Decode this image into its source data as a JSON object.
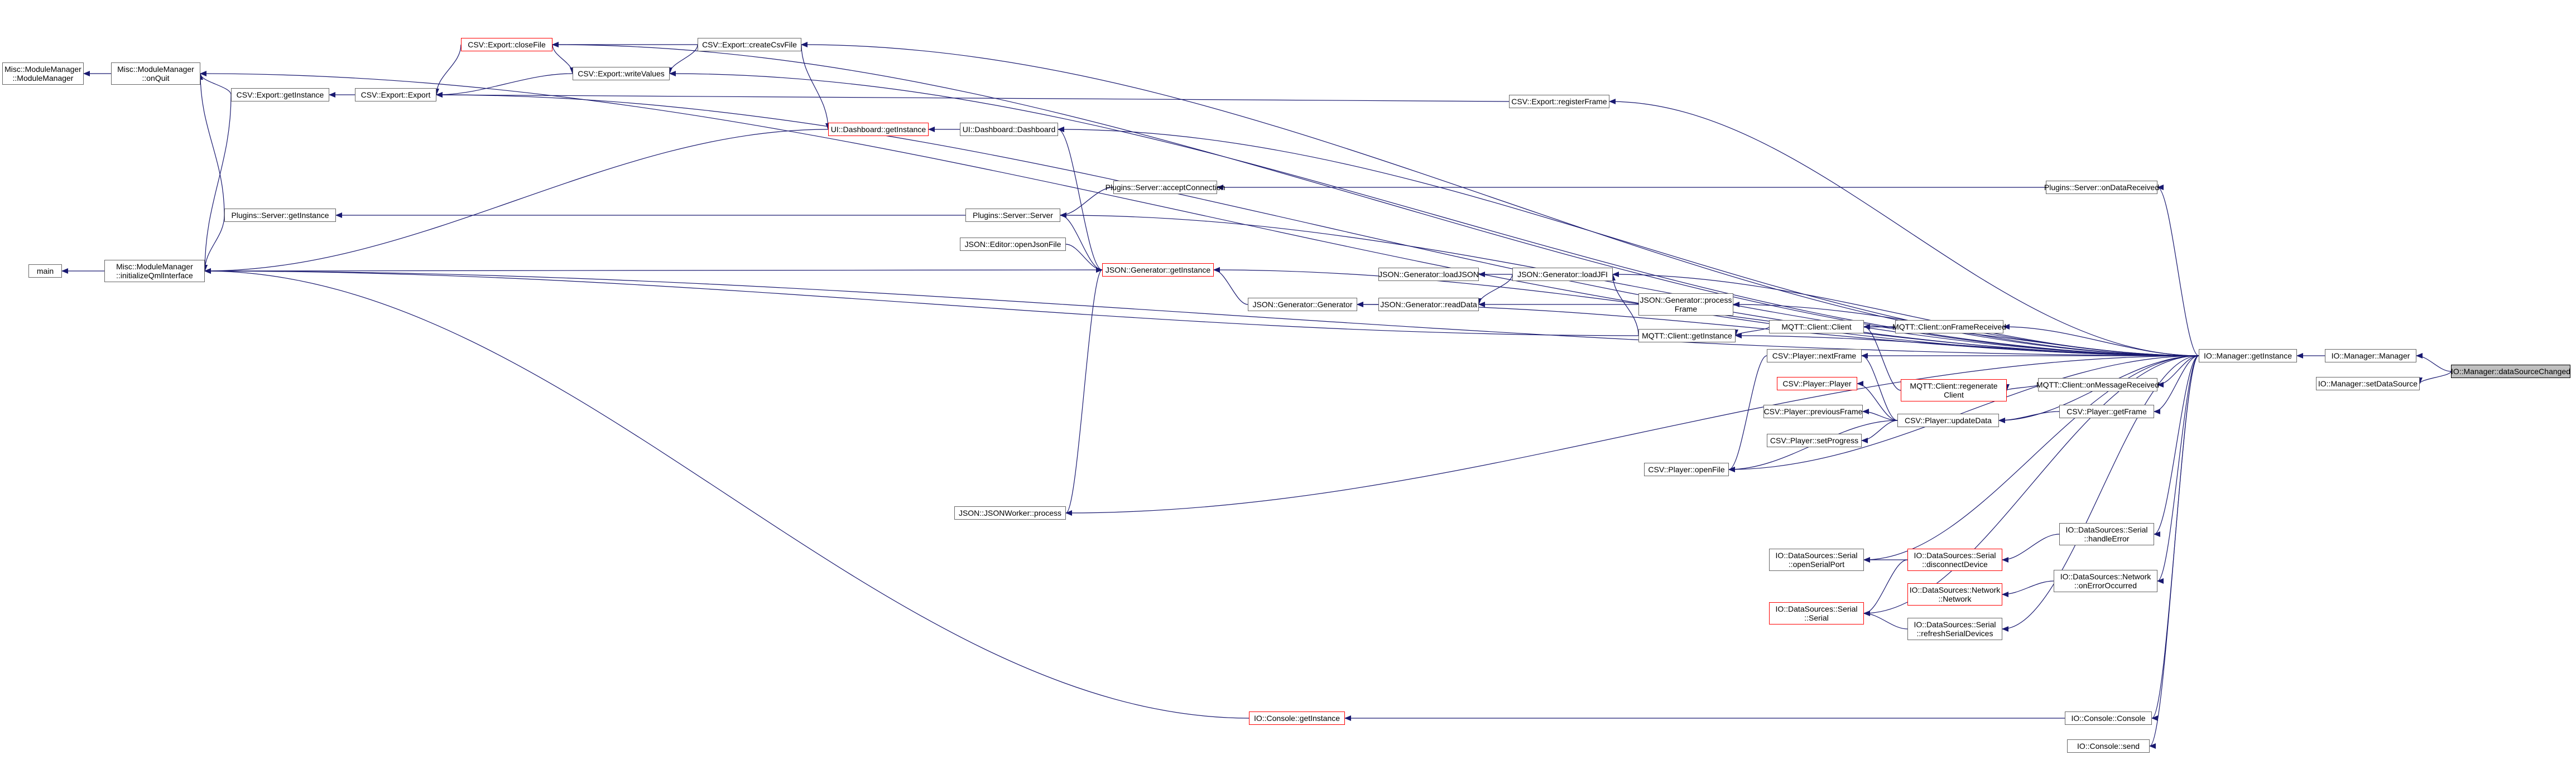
{
  "colors": {
    "edge": "#191970",
    "border": "#666666",
    "border_incomplete": "#ff0000",
    "selected_fill": "#bfbfbf",
    "background": "#ffffff"
  },
  "nodes": [
    {
      "id": "misc_mm",
      "label": "Misc::ModuleManager\n::ModuleManager"
    },
    {
      "id": "misc_onquit",
      "label": "Misc::ModuleManager\n::onQuit"
    },
    {
      "id": "main",
      "label": "main"
    },
    {
      "id": "misc_initqml",
      "label": "Misc::ModuleManager\n::initializeQmlInterface"
    },
    {
      "id": "csv_export_getinstance",
      "label": "CSV::Export::getInstance"
    },
    {
      "id": "csv_export_export",
      "label": "CSV::Export::Export"
    },
    {
      "id": "csv_export_closefile",
      "label": "CSV::Export::closeFile",
      "red": true
    },
    {
      "id": "csv_export_writevalues",
      "label": "CSV::Export::writeValues"
    },
    {
      "id": "csv_export_createcsv",
      "label": "CSV::Export::createCsvFile"
    },
    {
      "id": "csv_export_registerframe",
      "label": "CSV::Export::registerFrame"
    },
    {
      "id": "ui_dash_getinstance",
      "label": "UI::Dashboard::getInstance",
      "red": true
    },
    {
      "id": "ui_dash_dashboard",
      "label": "UI::Dashboard::Dashboard"
    },
    {
      "id": "plugins_getinstance",
      "label": "Plugins::Server::getInstance"
    },
    {
      "id": "plugins_server",
      "label": "Plugins::Server::Server"
    },
    {
      "id": "plugins_accept",
      "label": "Plugins::Server::acceptConnection"
    },
    {
      "id": "plugins_ondata",
      "label": "Plugins::Server::onDataReceived"
    },
    {
      "id": "json_editor_open",
      "label": "JSON::Editor::openJsonFile"
    },
    {
      "id": "json_gen_getinstance",
      "label": "JSON::Generator::getInstance",
      "red": true
    },
    {
      "id": "json_gen_generator",
      "label": "JSON::Generator::Generator"
    },
    {
      "id": "json_gen_readdata",
      "label": "JSON::Generator::readData"
    },
    {
      "id": "json_gen_loadjson",
      "label": "JSON::Generator::loadJSON"
    },
    {
      "id": "json_gen_loadjfi",
      "label": "JSON::Generator::loadJFI"
    },
    {
      "id": "json_gen_processframe",
      "label": "JSON::Generator::process\nFrame"
    },
    {
      "id": "json_worker_process",
      "label": "JSON::JSONWorker::process"
    },
    {
      "id": "mqtt_client",
      "label": "MQTT::Client::Client"
    },
    {
      "id": "mqtt_getinstance",
      "label": "MQTT::Client::getInstance"
    },
    {
      "id": "mqtt_onframe",
      "label": "MQTT::Client::onFrameReceived"
    },
    {
      "id": "mqtt_regen",
      "label": "MQTT::Client::regenerate\nClient",
      "red": true
    },
    {
      "id": "mqtt_onmessage",
      "label": "MQTT::Client::onMessageReceived"
    },
    {
      "id": "csv_player_nextframe",
      "label": "CSV::Player::nextFrame"
    },
    {
      "id": "csv_player_player",
      "label": "CSV::Player::Player",
      "red": true
    },
    {
      "id": "csv_player_prev",
      "label": "CSV::Player::previousFrame"
    },
    {
      "id": "csv_player_setprogress",
      "label": "CSV::Player::setProgress"
    },
    {
      "id": "csv_player_update",
      "label": "CSV::Player::updateData"
    },
    {
      "id": "csv_player_getframe",
      "label": "CSV::Player::getFrame"
    },
    {
      "id": "csv_player_openfile",
      "label": "CSV::Player::openFile"
    },
    {
      "id": "io_serial_openport",
      "label": "IO::DataSources::Serial\n::openSerialPort"
    },
    {
      "id": "io_serial_disconnect",
      "label": "IO::DataSources::Serial\n::disconnectDevice",
      "red": true
    },
    {
      "id": "io_serial_handleerror",
      "label": "IO::DataSources::Serial\n::handleError"
    },
    {
      "id": "io_network_network",
      "label": "IO::DataSources::Network\n::Network",
      "red": true
    },
    {
      "id": "io_network_onerror",
      "label": "IO::DataSources::Network\n::onErrorOccurred"
    },
    {
      "id": "io_serial_serial",
      "label": "IO::DataSources::Serial\n::Serial",
      "red": true
    },
    {
      "id": "io_serial_refresh",
      "label": "IO::DataSources::Serial\n::refreshSerialDevices"
    },
    {
      "id": "io_console_getinstance",
      "label": "IO::Console::getInstance",
      "red": true
    },
    {
      "id": "io_console_console",
      "label": "IO::Console::Console"
    },
    {
      "id": "io_console_send",
      "label": "IO::Console::send"
    },
    {
      "id": "io_mgr_getinstance",
      "label": "IO::Manager::getInstance"
    },
    {
      "id": "io_mgr_manager",
      "label": "IO::Manager::Manager"
    },
    {
      "id": "io_mgr_setdatasource",
      "label": "IO::Manager::setDataSource"
    },
    {
      "id": "io_mgr_datasourcechanged",
      "label": "IO::Manager::dataSourceChanged",
      "selected": true
    }
  ],
  "edges": [
    {
      "from": "misc_onquit",
      "to": "misc_mm"
    },
    {
      "from": "misc_initqml",
      "to": "main"
    },
    {
      "from": "csv_export_getinstance",
      "to": "misc_onquit"
    },
    {
      "from": "plugins_getinstance",
      "to": "misc_onquit"
    },
    {
      "from": "io_mgr_getinstance",
      "to": "misc_onquit"
    },
    {
      "from": "csv_export_getinstance",
      "to": "misc_initqml"
    },
    {
      "from": "plugins_getinstance",
      "to": "misc_initqml"
    },
    {
      "from": "ui_dash_getinstance",
      "to": "misc_initqml"
    },
    {
      "from": "json_gen_getinstance",
      "to": "misc_initqml"
    },
    {
      "from": "mqtt_getinstance",
      "to": "misc_initqml"
    },
    {
      "from": "io_console_getinstance",
      "to": "misc_initqml"
    },
    {
      "from": "io_mgr_getinstance",
      "to": "misc_initqml"
    },
    {
      "from": "csv_export_export",
      "to": "csv_export_getinstance"
    },
    {
      "from": "csv_export_closefile",
      "to": "csv_export_export"
    },
    {
      "from": "csv_export_writevalues",
      "to": "csv_export_export"
    },
    {
      "from": "csv_export_closefile",
      "to": "csv_export_writevalues"
    },
    {
      "from": "csv_export_createcsv",
      "to": "csv_export_closefile"
    },
    {
      "from": "io_mgr_getinstance",
      "to": "csv_export_closefile"
    },
    {
      "from": "csv_export_createcsv",
      "to": "csv_export_writevalues"
    },
    {
      "from": "io_mgr_getinstance",
      "to": "csv_export_writevalues"
    },
    {
      "from": "io_mgr_getinstance",
      "to": "csv_export_createcsv"
    },
    {
      "from": "csv_export_registerframe",
      "to": "csv_export_export"
    },
    {
      "from": "io_mgr_getinstance",
      "to": "csv_export_registerframe"
    },
    {
      "from": "io_mgr_getinstance",
      "to": "csv_export_export"
    },
    {
      "from": "csv_export_createcsv",
      "to": "ui_dash_getinstance"
    },
    {
      "from": "ui_dash_dashboard",
      "to": "ui_dash_getinstance"
    },
    {
      "from": "io_mgr_getinstance",
      "to": "ui_dash_dashboard"
    },
    {
      "from": "json_gen_getinstance",
      "to": "ui_dash_dashboard"
    },
    {
      "from": "plugins_server",
      "to": "plugins_getinstance"
    },
    {
      "from": "plugins_accept",
      "to": "plugins_server"
    },
    {
      "from": "plugins_ondata",
      "to": "plugins_accept"
    },
    {
      "from": "io_mgr_getinstance",
      "to": "plugins_ondata"
    },
    {
      "from": "io_mgr_getinstance",
      "to": "plugins_server"
    },
    {
      "from": "json_gen_getinstance",
      "to": "plugins_server"
    },
    {
      "from": "json_editor_open",
      "to": "json_gen_getinstance"
    },
    {
      "from": "json_gen_generator",
      "to": "json_gen_getinstance"
    },
    {
      "from": "json_worker_process",
      "to": "json_gen_getinstance"
    },
    {
      "from": "io_mgr_getinstance",
      "to": "json_gen_getinstance"
    },
    {
      "from": "json_gen_readdata",
      "to": "json_gen_generator"
    },
    {
      "from": "io_mgr_getinstance",
      "to": "json_gen_generator"
    },
    {
      "from": "json_gen_loadjfi",
      "to": "json_gen_readdata"
    },
    {
      "from": "json_gen_processframe",
      "to": "json_gen_readdata"
    },
    {
      "from": "json_gen_loadjfi",
      "to": "json_gen_loadjson"
    },
    {
      "from": "mqtt_getinstance",
      "to": "json_gen_loadjfi"
    },
    {
      "from": "io_mgr_getinstance",
      "to": "json_gen_loadjfi"
    },
    {
      "from": "io_mgr_getinstance",
      "to": "json_gen_processframe"
    },
    {
      "from": "mqtt_client",
      "to": "mqtt_getinstance"
    },
    {
      "from": "mqtt_onframe",
      "to": "mqtt_client"
    },
    {
      "from": "io_mgr_getinstance",
      "to": "mqtt_onframe"
    },
    {
      "from": "io_mgr_getinstance",
      "to": "mqtt_client"
    },
    {
      "from": "io_mgr_getinstance",
      "to": "mqtt_getinstance"
    },
    {
      "from": "mqtt_regen",
      "to": "mqtt_client"
    },
    {
      "from": "mqtt_onmessage",
      "to": "mqtt_regen"
    },
    {
      "from": "io_mgr_getinstance",
      "to": "mqtt_onmessage"
    },
    {
      "from": "io_mgr_getinstance",
      "to": "json_worker_process"
    },
    {
      "from": "csv_player_update",
      "to": "csv_player_nextframe"
    },
    {
      "from": "csv_player_update",
      "to": "csv_player_player"
    },
    {
      "from": "csv_player_update",
      "to": "csv_player_prev"
    },
    {
      "from": "csv_player_update",
      "to": "csv_player_setprogress"
    },
    {
      "from": "csv_player_update",
      "to": "csv_player_openfile"
    },
    {
      "from": "csv_player_nextframe",
      "to": "csv_player_openfile"
    },
    {
      "from": "csv_player_getframe",
      "to": "csv_player_update"
    },
    {
      "from": "io_mgr_getinstance",
      "to": "csv_player_getframe"
    },
    {
      "from": "io_mgr_getinstance",
      "to": "csv_player_update"
    },
    {
      "from": "io_mgr_getinstance",
      "to": "csv_player_nextframe"
    },
    {
      "from": "io_mgr_getinstance",
      "to": "csv_player_openfile"
    },
    {
      "from": "io_serial_disconnect",
      "to": "io_serial_openport"
    },
    {
      "from": "io_serial_disconnect",
      "to": "io_serial_serial"
    },
    {
      "from": "io_serial_handleerror",
      "to": "io_serial_disconnect"
    },
    {
      "from": "io_mgr_getinstance",
      "to": "io_serial_handleerror"
    },
    {
      "from": "io_mgr_getinstance",
      "to": "io_serial_openport"
    },
    {
      "from": "io_network_onerror",
      "to": "io_network_network"
    },
    {
      "from": "io_mgr_getinstance",
      "to": "io_network_onerror"
    },
    {
      "from": "io_serial_refresh",
      "to": "io_serial_serial"
    },
    {
      "from": "io_mgr_getinstance",
      "to": "io_serial_refresh"
    },
    {
      "from": "io_mgr_getinstance",
      "to": "io_serial_serial"
    },
    {
      "from": "io_console_console",
      "to": "io_console_getinstance"
    },
    {
      "from": "io_mgr_getinstance",
      "to": "io_console_console"
    },
    {
      "from": "io_mgr_getinstance",
      "to": "io_console_send"
    },
    {
      "from": "io_mgr_manager",
      "to": "io_mgr_getinstance"
    },
    {
      "from": "io_mgr_datasourcechanged",
      "to": "io_mgr_manager"
    },
    {
      "from": "io_mgr_datasourcechanged",
      "to": "io_mgr_setdatasource"
    }
  ]
}
